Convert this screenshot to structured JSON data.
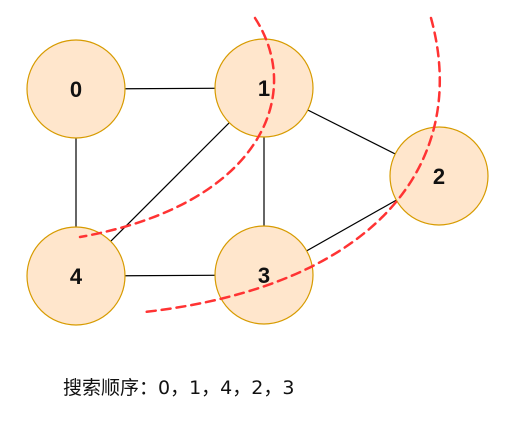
{
  "colors": {
    "node_fill": "#FFE6CC",
    "node_stroke": "#D79B00",
    "edge": "#000000",
    "arc": "#FF3333",
    "text": "#111111"
  },
  "nodes": [
    {
      "id": "0",
      "label": "0"
    },
    {
      "id": "1",
      "label": "1"
    },
    {
      "id": "2",
      "label": "2"
    },
    {
      "id": "3",
      "label": "3"
    },
    {
      "id": "4",
      "label": "4"
    }
  ],
  "edges": [
    [
      "0",
      "1"
    ],
    [
      "0",
      "4"
    ],
    [
      "1",
      "2"
    ],
    [
      "1",
      "3"
    ],
    [
      "1",
      "4"
    ],
    [
      "4",
      "3"
    ],
    [
      "3",
      "2"
    ]
  ],
  "caption": "搜索顺序：0，1，4，2，3"
}
